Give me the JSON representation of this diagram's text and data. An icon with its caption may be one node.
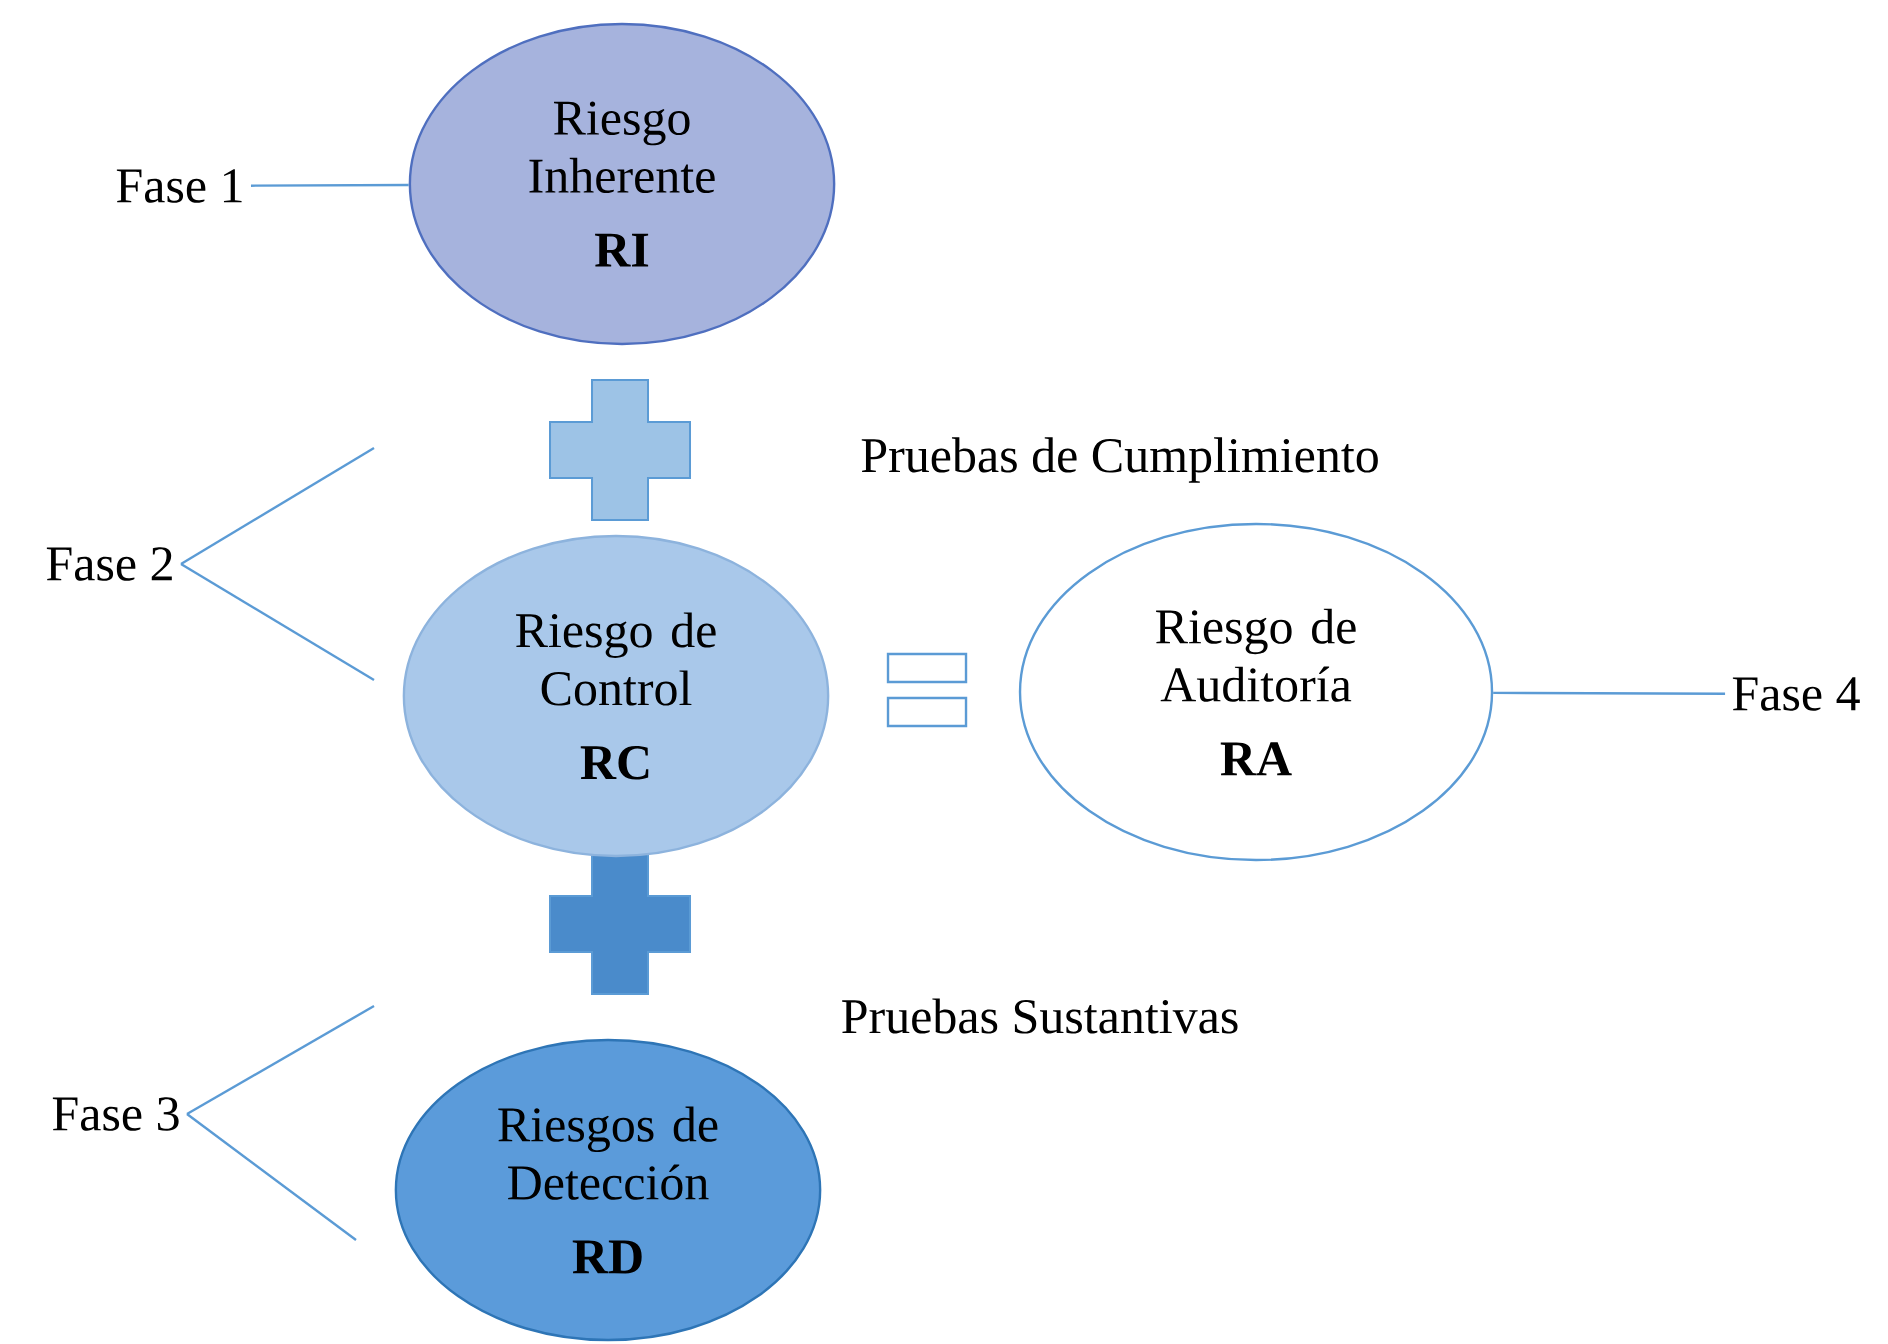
{
  "diagram": {
    "nodes": [
      {
        "text": [
          "Riesgo Inherente",
          "RI"
        ]
      },
      {
        "text": [
          "Fase 1"
        ]
      },
      {
        "text": [
          "Riesgo de Control",
          "RC"
        ]
      },
      {
        "text": [
          "Fase 2"
        ]
      },
      {
        "text": [
          "Riesgo de Auditoría",
          "RA"
        ]
      },
      {
        "text": [
          "Fase 4"
        ]
      },
      {
        "text": [
          "Riesgos de Detección",
          "RD"
        ]
      },
      {
        "text": [
          "Fase 3"
        ]
      }
    ],
    "edges": [
      {
        "from": 1,
        "to": 0,
        "arrow": "none"
      },
      {
        "from": 3,
        "to": null,
        "arrow": "none"
      },
      {
        "from": 3,
        "to": null,
        "arrow": "none"
      },
      {
        "from": 5,
        "to": 4,
        "arrow": "none"
      },
      {
        "from": 7,
        "to": null,
        "arrow": "none"
      },
      {
        "from": 7,
        "to": null,
        "arrow": "none"
      }
    ],
    "labels": [
      "Pruebas de Cumplimiento",
      "Pruebas Sustantivas"
    ]
  }
}
